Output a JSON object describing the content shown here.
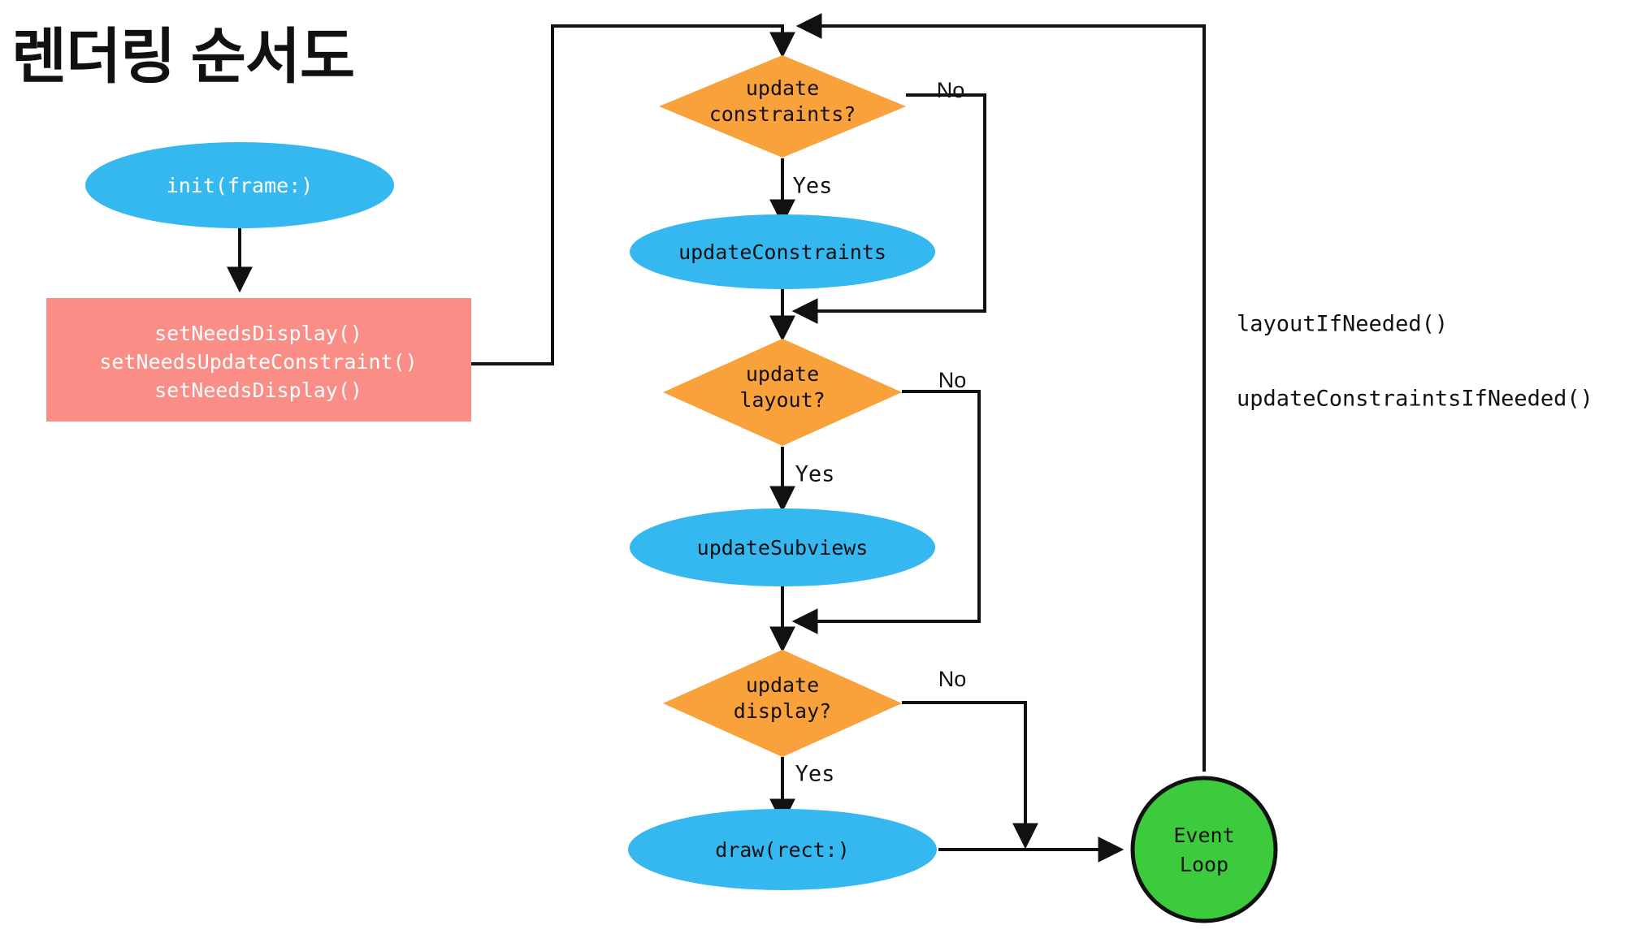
{
  "title": "렌더링 순서도",
  "colors": {
    "blue": "#35b7f0",
    "orange": "#f9a13a",
    "pink": "#fa8e86",
    "green": "#3ccb3c",
    "line": "#111111",
    "text_dark": "#111111",
    "text_light": "#ffffff",
    "background": "#ffffff"
  },
  "chart_data": {
    "type": "diagram",
    "title": "렌더링 순서도",
    "nodes": [
      {
        "id": "init",
        "shape": "ellipse",
        "label": "init(frame:)",
        "color": "#35b7f0",
        "text_color": "#ffffff"
      },
      {
        "id": "setNeeds",
        "shape": "rect",
        "lines": [
          "setNeedsDisplay()",
          "setNeedsUpdateConstraint()",
          "setNeedsDisplay()"
        ],
        "color": "#fa8e86",
        "text_color": "#ffffff"
      },
      {
        "id": "updateConstraintsQ",
        "shape": "diamond",
        "lines": [
          "update",
          "constraints?"
        ],
        "color": "#f9a13a",
        "text_color": "#111111"
      },
      {
        "id": "updateConstraints",
        "shape": "ellipse",
        "label": "updateConstraints",
        "color": "#35b7f0",
        "text_color": "#111111"
      },
      {
        "id": "updateLayoutQ",
        "shape": "diamond",
        "lines": [
          "update",
          "layout?"
        ],
        "color": "#f9a13a",
        "text_color": "#111111"
      },
      {
        "id": "updateSubviews",
        "shape": "ellipse",
        "label": "updateSubviews",
        "color": "#35b7f0",
        "text_color": "#111111"
      },
      {
        "id": "updateDisplayQ",
        "shape": "diamond",
        "lines": [
          "update",
          "display?"
        ],
        "color": "#f9a13a",
        "text_color": "#111111"
      },
      {
        "id": "draw",
        "shape": "ellipse",
        "label": "draw(rect:)",
        "color": "#35b7f0",
        "text_color": "#111111"
      },
      {
        "id": "eventLoop",
        "shape": "circle",
        "lines": [
          "Event",
          "Loop"
        ],
        "color": "#3ccb3c",
        "text_color": "#111111"
      }
    ],
    "edges": [
      {
        "from": "init",
        "to": "setNeeds",
        "label": ""
      },
      {
        "from": "setNeeds",
        "to": "updateConstraintsQ",
        "label": ""
      },
      {
        "from": "updateConstraintsQ",
        "to": "updateConstraints",
        "label": "Yes"
      },
      {
        "from": "updateConstraintsQ",
        "to": "updateLayoutQ",
        "label": "No"
      },
      {
        "from": "updateConstraints",
        "to": "updateLayoutQ",
        "label": ""
      },
      {
        "from": "updateLayoutQ",
        "to": "updateSubviews",
        "label": "Yes"
      },
      {
        "from": "updateLayoutQ",
        "to": "updateDisplayQ",
        "label": "No"
      },
      {
        "from": "updateSubviews",
        "to": "updateDisplayQ",
        "label": ""
      },
      {
        "from": "updateDisplayQ",
        "to": "draw",
        "label": "Yes"
      },
      {
        "from": "updateDisplayQ",
        "to": "eventLoop",
        "label": "No"
      },
      {
        "from": "draw",
        "to": "eventLoop",
        "label": ""
      },
      {
        "from": "eventLoop",
        "to": "updateConstraintsQ",
        "label": ""
      }
    ],
    "annotations": [
      {
        "id": "note1",
        "text": "layoutIfNeeded()"
      },
      {
        "id": "note2",
        "text": "updateConstraintsIfNeeded()"
      }
    ]
  },
  "nodes": {
    "init": {
      "label": "init(frame:)"
    },
    "setNeeds": {
      "line1": "setNeedsDisplay()",
      "line2": "setNeedsUpdateConstraint()",
      "line3": "setNeedsDisplay()"
    },
    "updateConstraintsQ": {
      "line1": "update",
      "line2": "constraints?"
    },
    "updateConstraints": {
      "label": "updateConstraints"
    },
    "updateLayoutQ": {
      "line1": "update",
      "line2": "layout?"
    },
    "updateSubviews": {
      "label": "updateSubviews"
    },
    "updateDisplayQ": {
      "line1": "update",
      "line2": "display?"
    },
    "draw": {
      "label": "draw(rect:)"
    },
    "eventLoop": {
      "line1": "Event",
      "line2": "Loop"
    }
  },
  "edge_labels": {
    "constraints_no": "No",
    "constraints_yes": "Yes",
    "layout_no": "No",
    "layout_yes": "Yes",
    "display_no": "No",
    "display_yes": "Yes"
  },
  "notes": {
    "layout_if_needed": "layoutIfNeeded()",
    "update_constraints_if_needed": "updateConstraintsIfNeeded()"
  }
}
